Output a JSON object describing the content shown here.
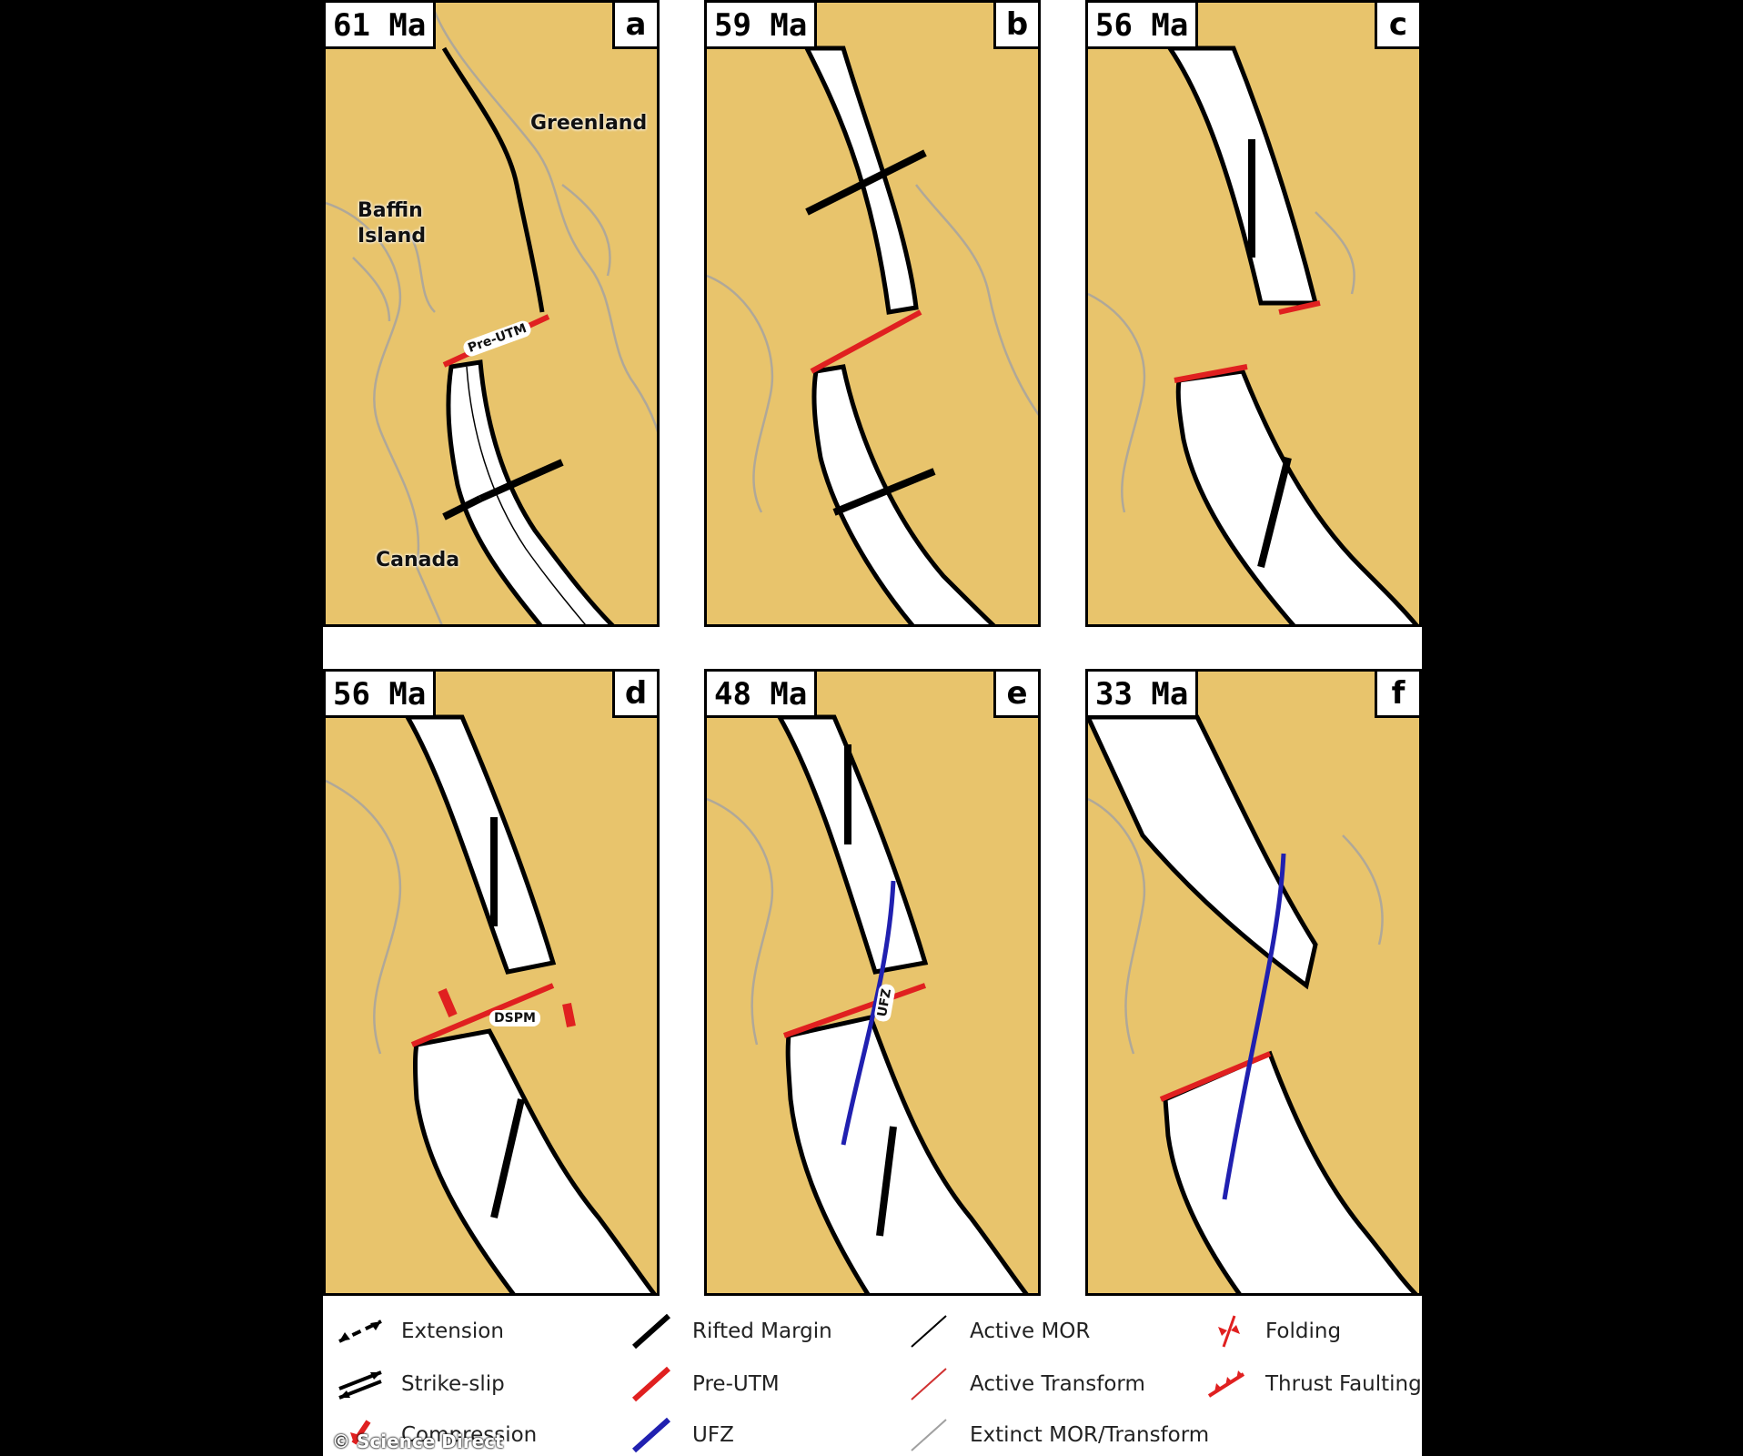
{
  "panels": [
    {
      "id": "a",
      "age": "61 Ma",
      "letter": "a"
    },
    {
      "id": "b",
      "age": "59 Ma",
      "letter": "b"
    },
    {
      "id": "c",
      "age": "56 Ma",
      "letter": "c"
    },
    {
      "id": "d",
      "age": "56 Ma",
      "letter": "d"
    },
    {
      "id": "e",
      "age": "48 Ma",
      "letter": "e"
    },
    {
      "id": "f",
      "age": "33 Ma",
      "letter": "f"
    }
  ],
  "map_labels": {
    "greenland": "Greenland",
    "baffin_island": "Baffin\nIsland",
    "canada": "Canada",
    "pre_utm": "Pre-UTM",
    "dspm": "DSPM",
    "ufz": "UFZ"
  },
  "legend": [
    {
      "icon": "extension-arrows-icon",
      "label": "Extension"
    },
    {
      "icon": "strike-slip-arrows-icon",
      "label": "Strike-slip"
    },
    {
      "icon": "compression-arrow-icon",
      "label": "Compression"
    },
    {
      "icon": "rifted-margin-line-icon",
      "label": "Rifted Margin"
    },
    {
      "icon": "pre-utm-line-icon",
      "label": "Pre-UTM"
    },
    {
      "icon": "ufz-line-icon",
      "label": "UFZ"
    },
    {
      "icon": "active-mor-line-icon",
      "label": "Active MOR"
    },
    {
      "icon": "active-transform-line-icon",
      "label": "Active Transform"
    },
    {
      "icon": "extinct-mor-transform-line-icon",
      "label": "Extinct MOR/Transform"
    },
    {
      "icon": "folding-symbol-icon",
      "label": "Folding"
    },
    {
      "icon": "thrust-faulting-symbol-icon",
      "label": "Thrust Faulting"
    }
  ],
  "colors": {
    "land": "#e8c46c",
    "ocean": "#ffffff",
    "rifted_margin": "#000000",
    "pre_utm": "#e02020",
    "ufz": "#2020b0",
    "active_transform": "#d03030",
    "extinct": "#a0a0a0",
    "coast_outline": "#b0a898"
  },
  "watermark": "© Science Direct"
}
